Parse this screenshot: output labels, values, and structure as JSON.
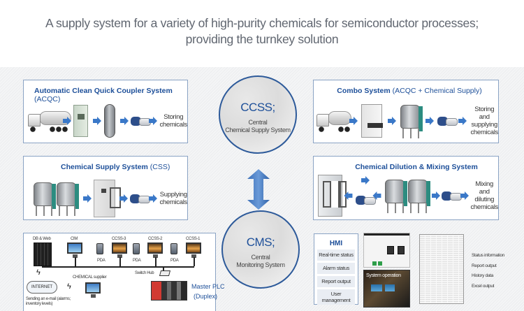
{
  "headline": {
    "line1": "A supply system for a variety of high-purity chemicals for semiconductor processes;",
    "line2": "providing the turnkey solution"
  },
  "colors": {
    "accent_blue": "#1d4f99",
    "arrow_blue": "#3a78c8",
    "box_border": "#8aa3c4",
    "circle_border": "#2d5a9a"
  },
  "acqc": {
    "title": "Automatic Clean Quick Coupler System",
    "abbr": " (ACQC)",
    "output_line1": "Storing",
    "output_line2": "chemicals"
  },
  "css": {
    "title": "Chemical Supply System",
    "abbr": " (CSS)",
    "output_line1": "Supplying",
    "output_line2": "chemicals"
  },
  "combo": {
    "title": "Combo System",
    "abbr": " (ACQC + Chemical Supply)",
    "output_line1": "Storing and",
    "output_line2": "supplying",
    "output_line3": "chemicals"
  },
  "dilution": {
    "title": "Chemical Dilution & Mixing System",
    "output_line1": "Mixing and",
    "output_line2": "diluting",
    "output_line3": "chemicals"
  },
  "ccss": {
    "abbr": "CCSS;",
    "line1": "Central",
    "line2": "Chemical Supply System"
  },
  "cms": {
    "abbr": "CMS;",
    "line1": "Central",
    "line2": "Monitoring System"
  },
  "network": {
    "db_web": "DB & Web",
    "cim": "CIM",
    "ccss3": "CCSS-3",
    "ccss2": "CCSS-2",
    "ccss1": "CCSS-1",
    "pda": "PDA",
    "internet": "INTERNET",
    "supplier": "CHEMICAL supplier",
    "email_line1": "Sending an e-mail (alarms;",
    "email_line2": "inventory levels)",
    "switch_hub": "Switch Hub",
    "plc_line1": "Master PLC",
    "plc_line2": "(Duplex)"
  },
  "hmi": {
    "title": "HMI",
    "items": [
      "Real-time status",
      "Alarm status",
      "Report output",
      "User management"
    ]
  },
  "photo_caption": "System operation",
  "reports": [
    "Status information",
    "Report output",
    "History data",
    "Excel output"
  ]
}
